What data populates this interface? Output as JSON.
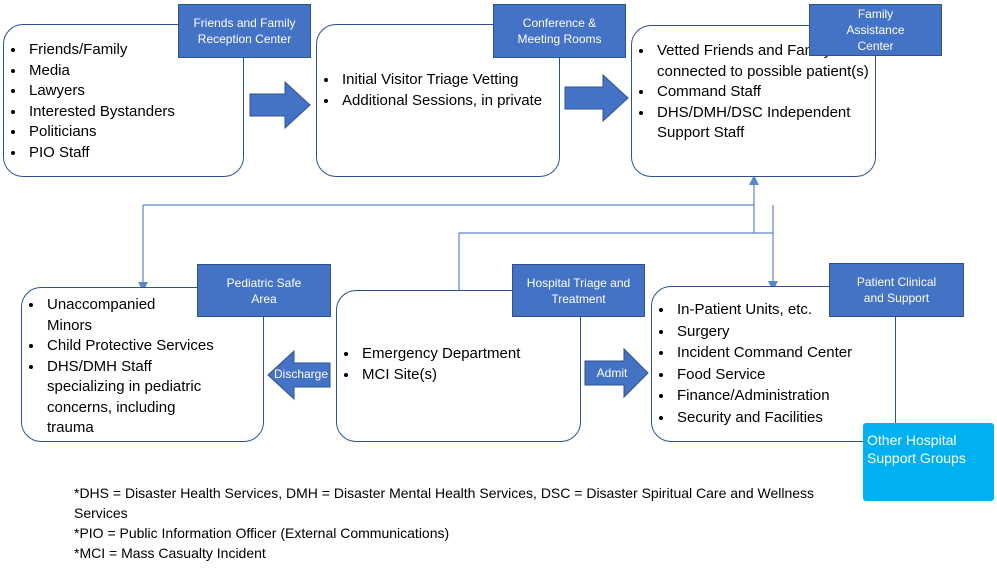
{
  "boxes": {
    "friends": {
      "label": "Friends and Family Reception Center",
      "items": [
        "Friends/Family",
        "Media",
        "Lawyers",
        "Interested Bystanders",
        "Politicians",
        "PIO Staff"
      ]
    },
    "conference": {
      "label": "Conference & Meeting Rooms",
      "items": [
        "Initial Visitor Triage Vetting",
        "Additional Sessions, in private"
      ]
    },
    "family_assistance": {
      "label": "Family Assistance Center",
      "items": [
        "Vetted Friends and Family connected to possible patient(s)",
        "Command Staff",
        "DHS/DMH/DSC Independent Support Staff"
      ]
    },
    "pediatric": {
      "label": "Pediatric Safe Area",
      "items": [
        "Unaccompanied Minors",
        "Child Protective Services",
        "DHS/DMH Staff specializing in pediatric concerns, including trauma"
      ]
    },
    "triage": {
      "label": "Hospital Triage and Treatment",
      "items": [
        "Emergency Department",
        "MCI Site(s)"
      ]
    },
    "clinical": {
      "label": "Patient Clinical and Support",
      "items": [
        "In-Patient Units, etc.",
        "Surgery",
        "Incident Command Center",
        "Food Service",
        "Finance/Administration",
        "Security and Facilities"
      ]
    }
  },
  "other_groups": "Other Hospital Support Groups",
  "arrows": {
    "discharge": "Discharge",
    "admit": "Admit"
  },
  "notes": [
    "*DHS = Disaster Health Services, DMH = Disaster Mental Health Services, DSC = Disaster Spiritual Care and Wellness Services",
    "*PIO = Public Information Officer (External Communications)",
    "*MCI = Mass Casualty Incident"
  ],
  "colors": {
    "tag_fill": "#4472c4",
    "border": "#2f528f",
    "cyan": "#00b0f0",
    "line": "#5b87c7"
  }
}
